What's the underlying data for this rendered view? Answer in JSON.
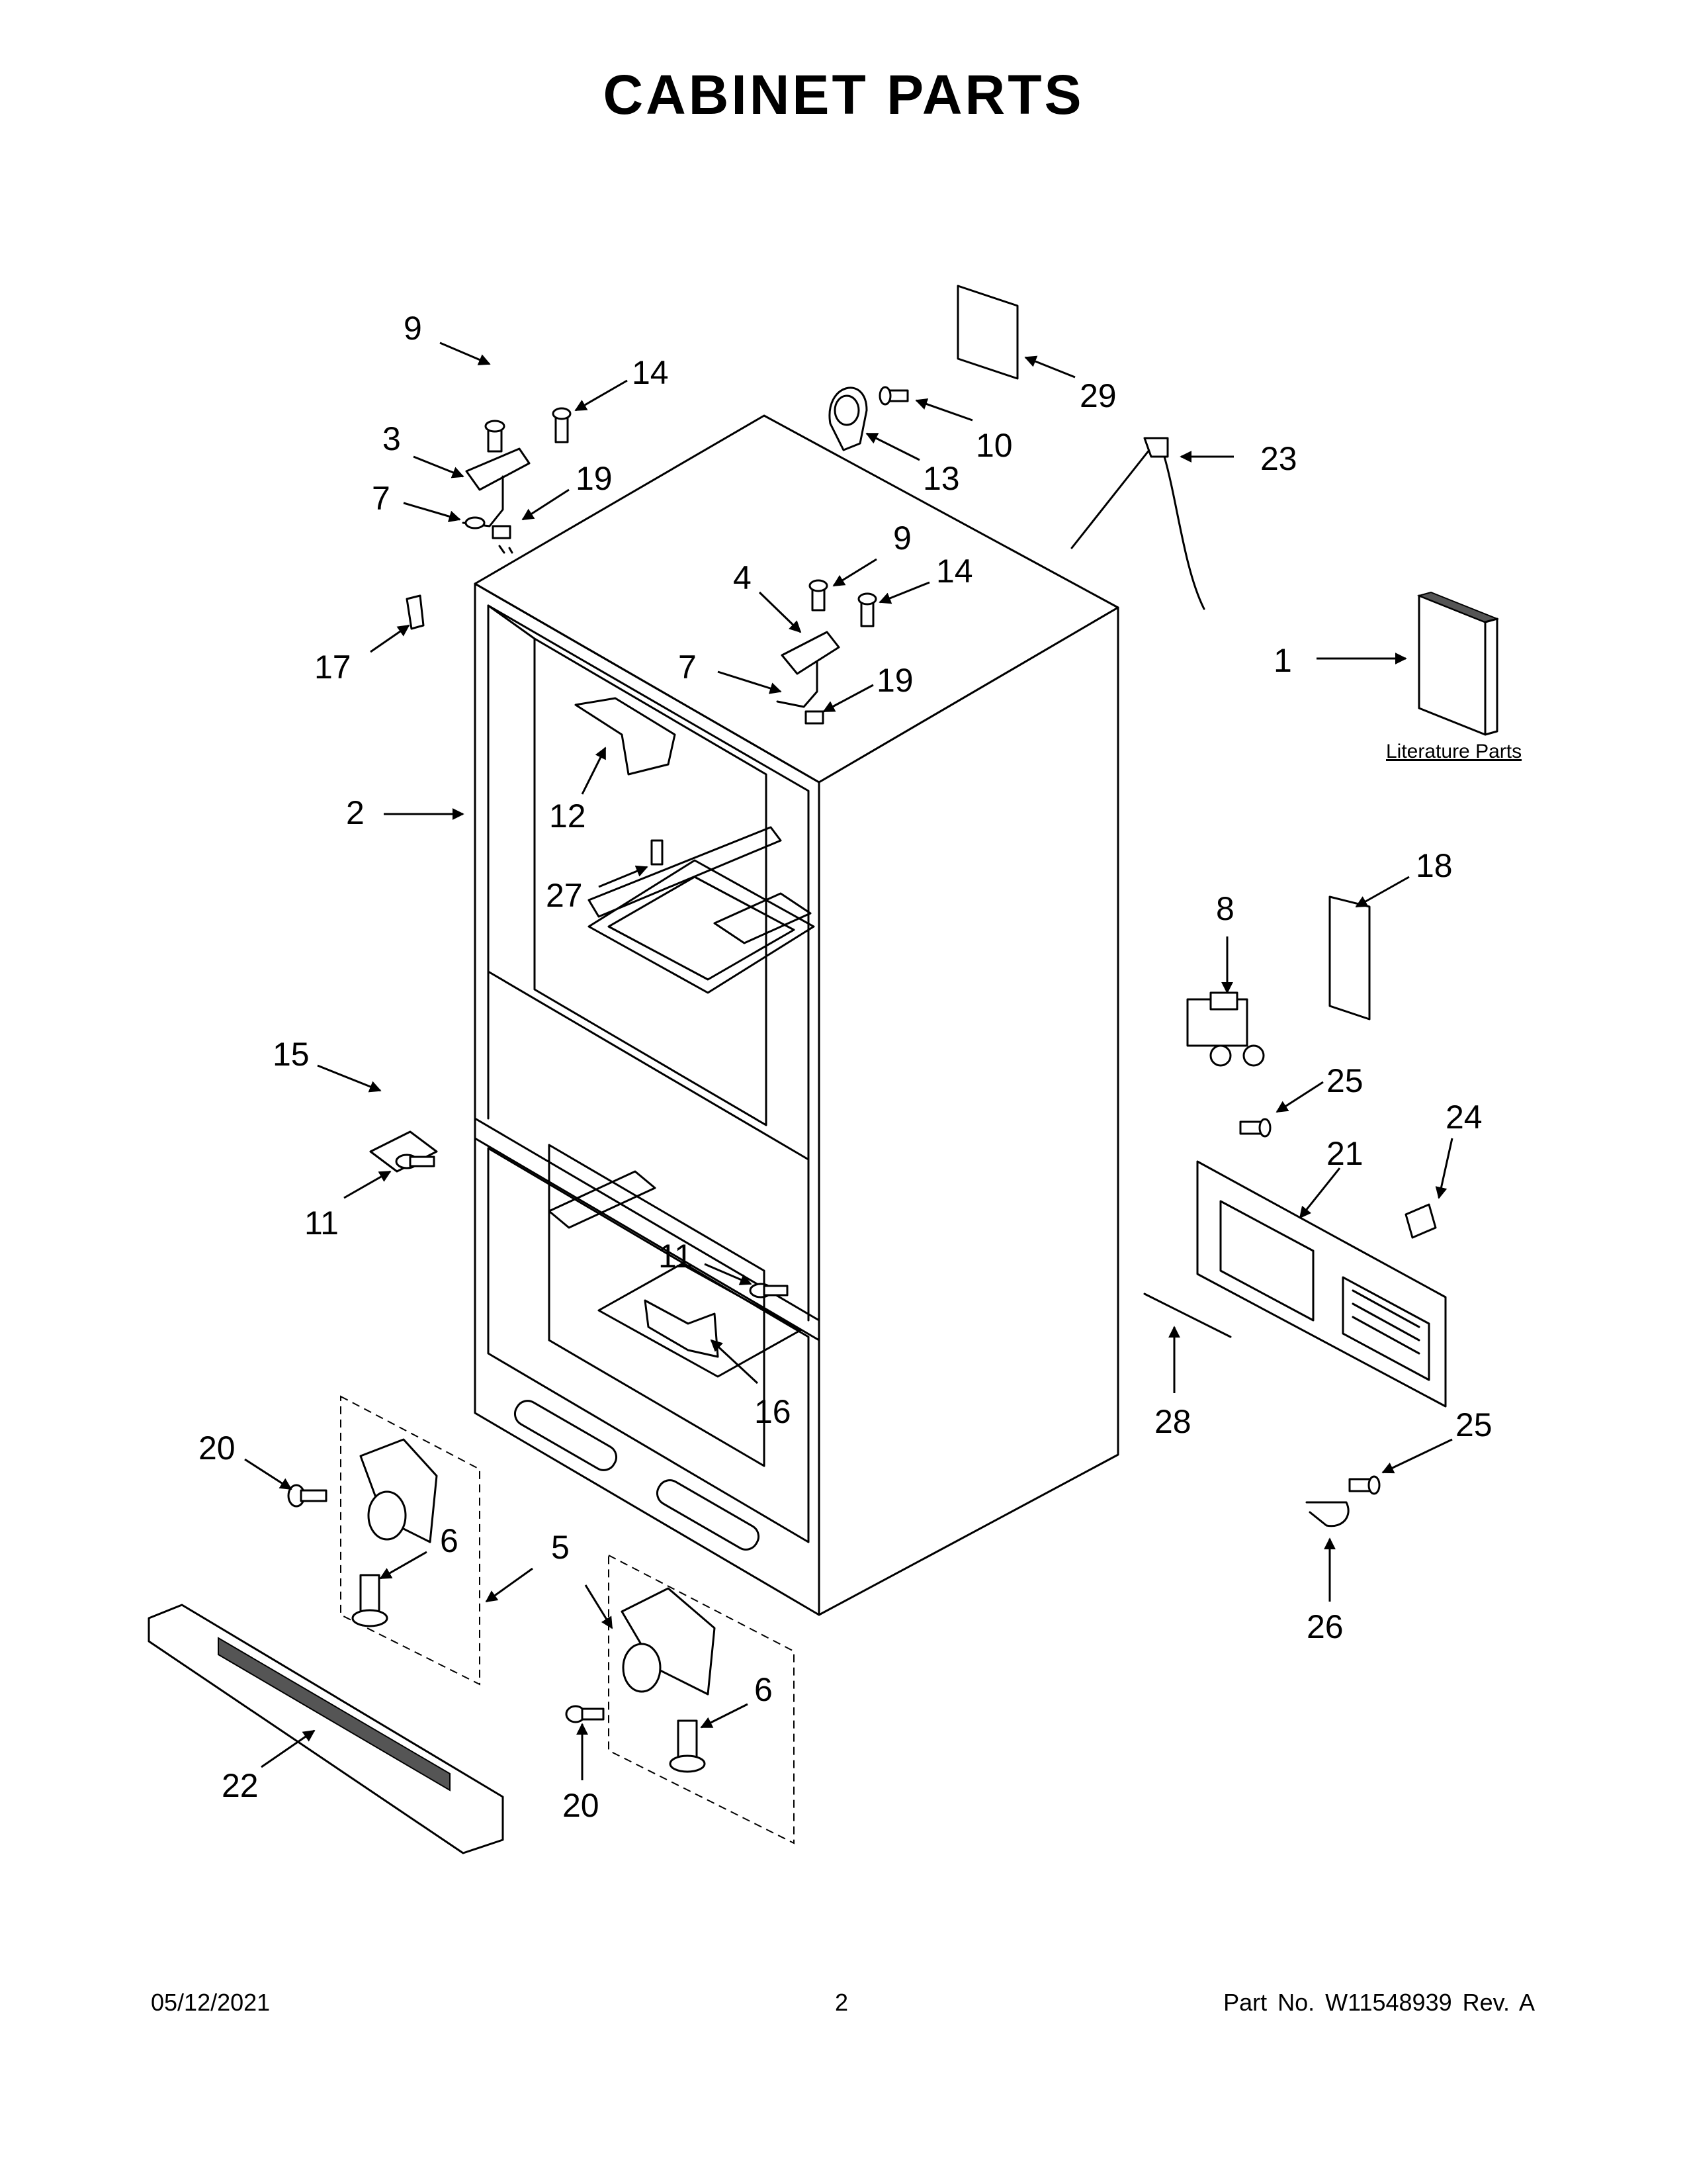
{
  "title": "CABINET PARTS",
  "callouts": [
    {
      "number": "9"
    },
    {
      "number": "14"
    },
    {
      "number": "3"
    },
    {
      "number": "19"
    },
    {
      "number": "7"
    },
    {
      "number": "17"
    },
    {
      "number": "10"
    },
    {
      "number": "13"
    },
    {
      "number": "29"
    },
    {
      "number": "23"
    },
    {
      "number": "9"
    },
    {
      "number": "4"
    },
    {
      "number": "14"
    },
    {
      "number": "7"
    },
    {
      "number": "19"
    },
    {
      "number": "1"
    },
    {
      "number": "2"
    },
    {
      "number": "12"
    },
    {
      "number": "27"
    },
    {
      "number": "18"
    },
    {
      "number": "8"
    },
    {
      "number": "15"
    },
    {
      "number": "11"
    },
    {
      "number": "25"
    },
    {
      "number": "24"
    },
    {
      "number": "21"
    },
    {
      "number": "11"
    },
    {
      "number": "16"
    },
    {
      "number": "28"
    },
    {
      "number": "25"
    },
    {
      "number": "20"
    },
    {
      "number": "6"
    },
    {
      "number": "5"
    },
    {
      "number": "26"
    },
    {
      "number": "6"
    },
    {
      "number": "22"
    },
    {
      "number": "20"
    }
  ],
  "literature_label": "Literature Parts",
  "footer": {
    "date": "05/12/2021",
    "page": "2",
    "part_number": "Part No.  W11548939  Rev.  A"
  }
}
